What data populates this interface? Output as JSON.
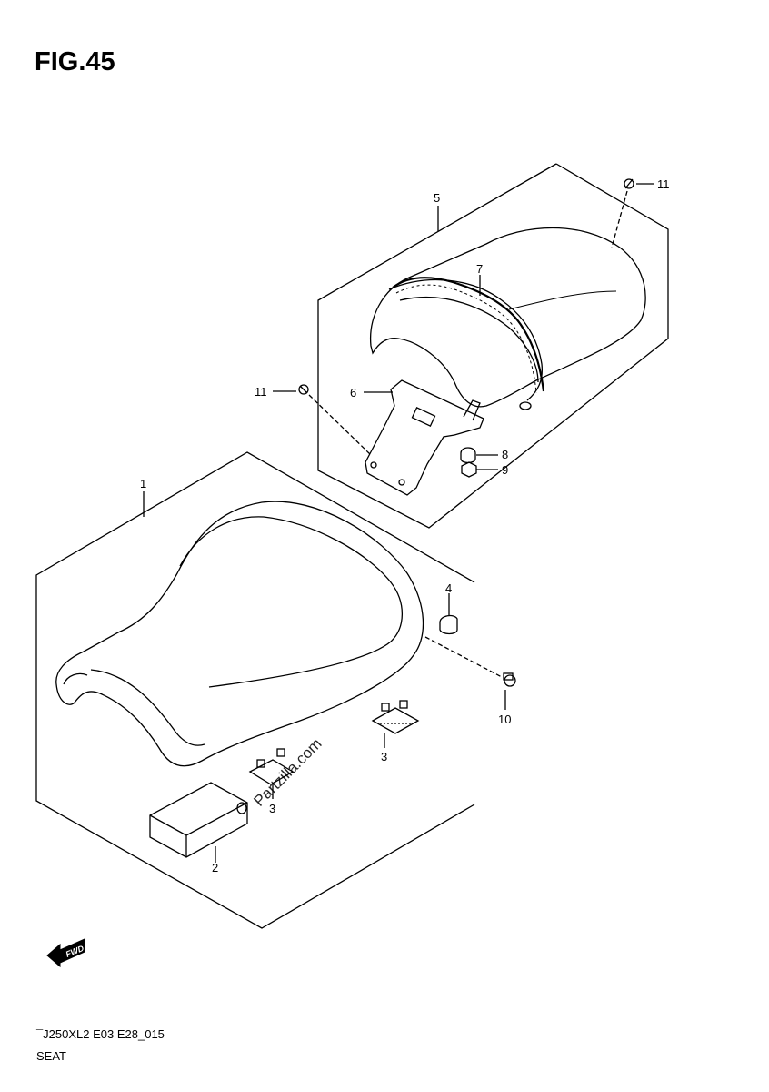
{
  "figure": {
    "title": "FIG.45"
  },
  "callouts": {
    "c1": "1",
    "c2": "2",
    "c3a": "3",
    "c3b": "3",
    "c4": "4",
    "c5": "5",
    "c6": "6",
    "c7": "7",
    "c8": "8",
    "c9": "9",
    "c10": "10",
    "c11a": "11",
    "c11b": "11"
  },
  "watermark": "Partzilla.com",
  "fwd_label": "FWD",
  "footer": {
    "code": "¯J250XL2 E03 E28_015",
    "name": "SEAT"
  }
}
